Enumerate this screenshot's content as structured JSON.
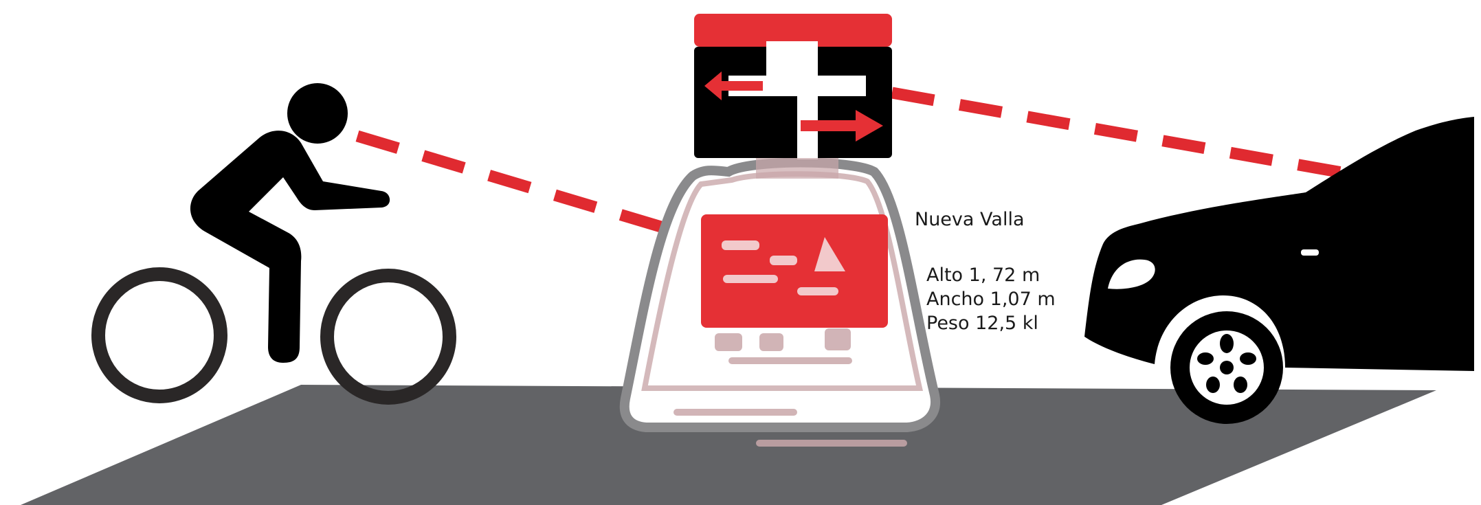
{
  "barrier": {
    "title": "Nueva Valla",
    "specs": {
      "height": "Alto 1, 72 m",
      "width": "Ancho 1,07 m",
      "weight": "Peso 12,5 kl"
    }
  },
  "colors": {
    "road": "#626366",
    "sight_line": "#e02a30",
    "barrier_red": "#e53035",
    "barrier_outline": "#8a8a8c",
    "barrier_pink": "#c9a7aa",
    "silhouette": "#000000",
    "bike_wheel": "#2a2727"
  },
  "icons": {
    "cyclist": "cyclist-icon",
    "car": "car-icon",
    "barrier": "barrier-icon"
  }
}
